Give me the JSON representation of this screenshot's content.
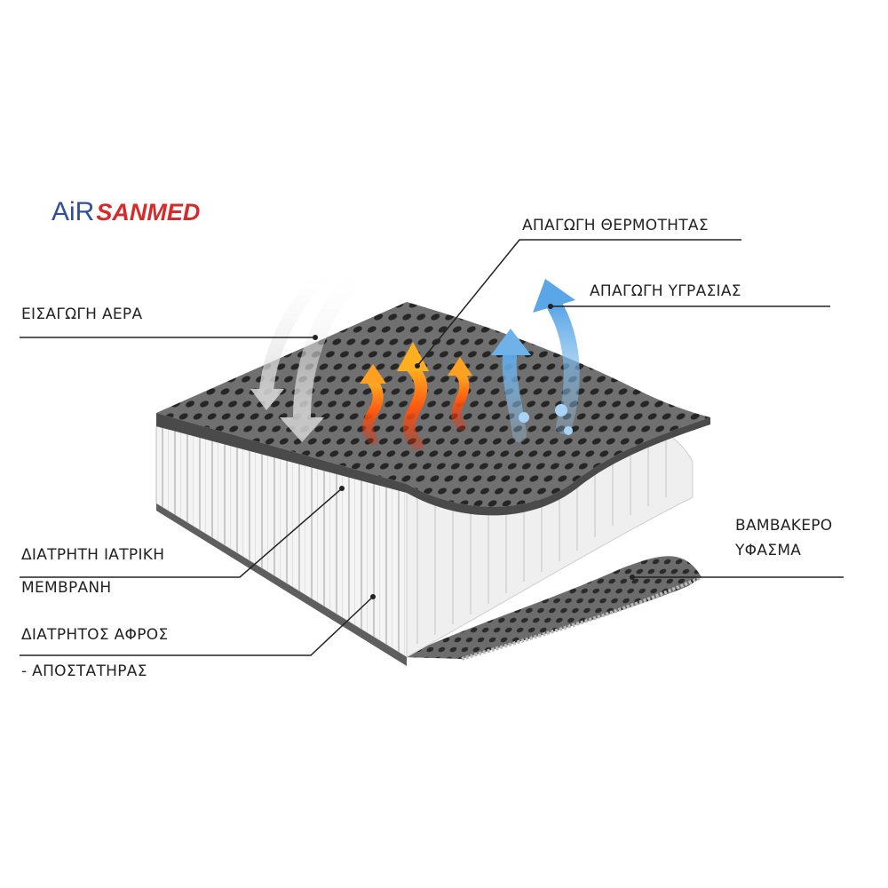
{
  "logo": {
    "part1": "AiR",
    "part2": "SANMED",
    "color1": "#2f4f9e",
    "color2": "#d92a2a"
  },
  "labels": {
    "air_intake": "ΕΙΣΑΓΩΓΗ ΑΕΡΑ",
    "heat_removal": "ΑΠΑΓΩΓΗ ΘΕΡΜΟΤΗΤΑΣ",
    "moisture_removal": "ΑΠΑΓΩΓΗ  ΥΓΡΑΣΙΑΣ",
    "membrane_line1": "ΔΙΑΤΡΗΤΗ  ΙΑΤΡΙΚΗ",
    "membrane_line2": "ΜΕΜΒΡΑΝΗ",
    "foam_line1": "ΔΙΑΤΡΗΤΟΣ ΑΦΡΟΣ",
    "foam_line2": "- ΑΠΟΣΤΑΤΗΡΑΣ",
    "cotton_line1": "ΒΑΜΒΑΚΕΡΟ",
    "cotton_line2": "ΥΦΑΣΜΑ"
  },
  "colors": {
    "membrane": "#6e6e6e",
    "holes": "#2a2a2a",
    "foam": "#f1f1f1",
    "heat_arrow": "#ff7a1a",
    "moisture_arrow": "#7ab8ea",
    "air_arrow": "#e6e6e6"
  }
}
